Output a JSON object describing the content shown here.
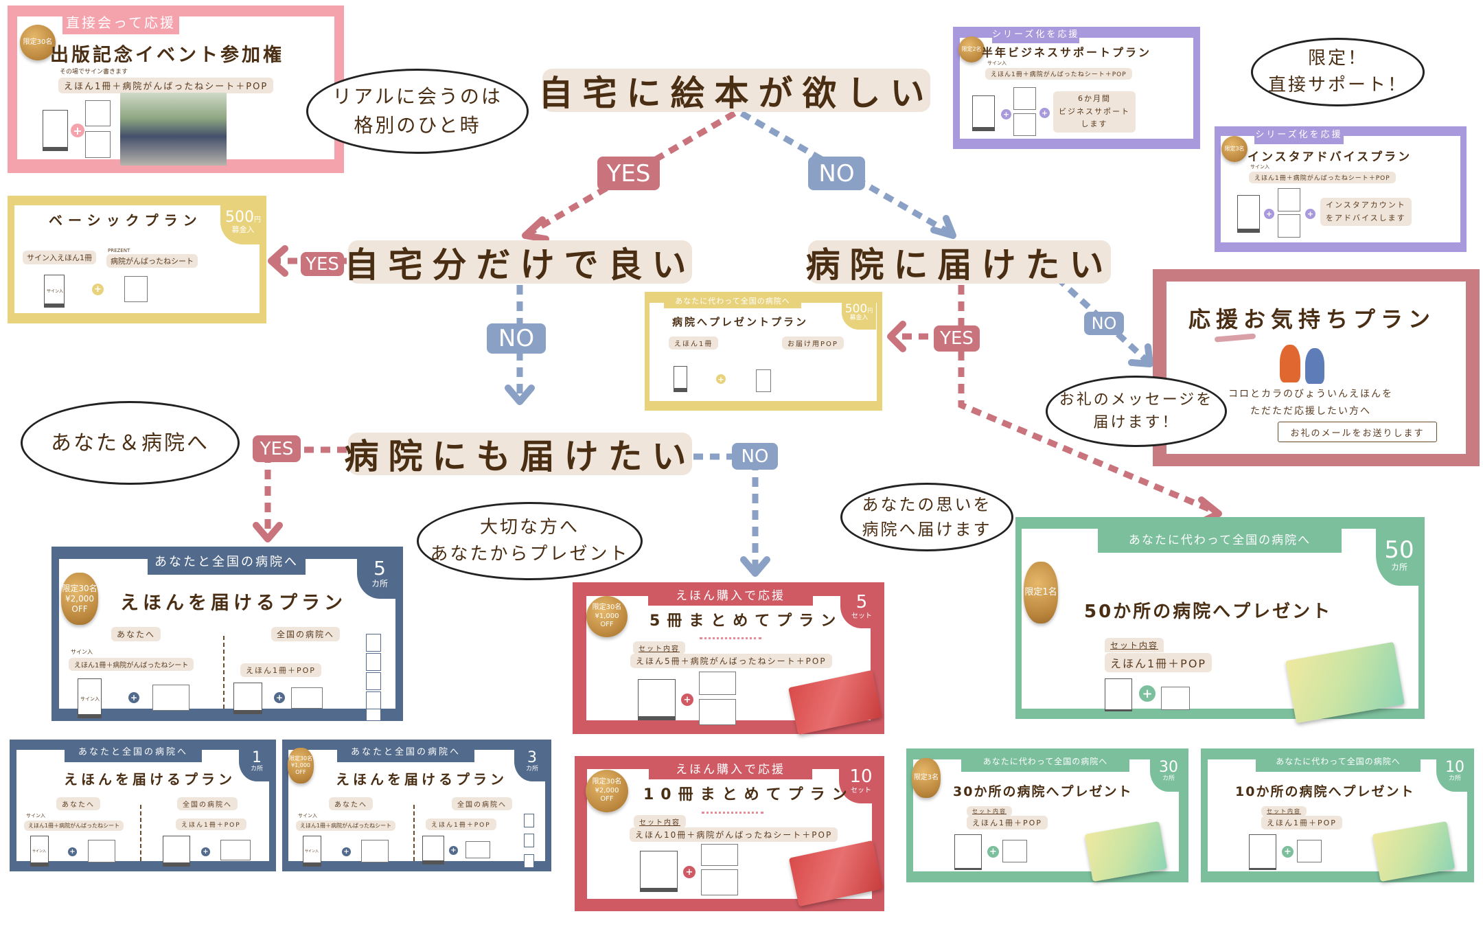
{
  "colors": {
    "pink": "#f4a3ad",
    "purple": "#a898dc",
    "yellow": "#e8d27c",
    "blue": "#526a8c",
    "red": "#d05a64",
    "green": "#7bbf9c",
    "rose": "#c97b82",
    "yes": "#c9737c",
    "no": "#8aa0c4",
    "brown": "#4a2e14"
  },
  "flow": {
    "q1": "自宅に絵本が欲しい",
    "q2": "自宅分だけで良い",
    "q3": "病院に届けたい",
    "q4": "病院にも届けたい",
    "yes": "YES",
    "no": "NO"
  },
  "bubbles": {
    "real": [
      "リアルに会うのは",
      "格別のひと時"
    ],
    "limited": [
      "限定！",
      "直接サポート！"
    ],
    "thanks": [
      "お礼のメッセージを",
      "届けます！"
    ],
    "you_hospital": "あなた＆病院へ",
    "precious": [
      "大切な方へ",
      "あなたからプレゼント"
    ],
    "feelings": [
      "あなたの思いを",
      "病院へ届けます"
    ]
  },
  "cards": {
    "event": {
      "tab": "直接会って応援",
      "badge": "限定30名",
      "title": "出版記念イベント参加権",
      "note": "その場でサイン書きます",
      "contents": "えほん1冊＋病院がんばったねシート＋POP"
    },
    "basic": {
      "title": "ベーシックプラン",
      "price": "500",
      "unit": "円",
      "sub": "募金入",
      "item1": "サイン入えほん1冊",
      "item2_note": "PREZENT",
      "item2": "病院がんばったねシート",
      "sign": "サイン入"
    },
    "hospital_present": {
      "tab": "あなたに代わって全国の病院へ",
      "title": "病院へプレゼントプラン",
      "price": "500",
      "unit": "円",
      "sub": "募金入",
      "item1": "えほん1冊",
      "item2": "お届け用POP"
    },
    "biz": {
      "tab": "シリーズ化を応援",
      "badge": "限定2名",
      "title": "半年ビジネスサポートプラン",
      "note": "サイン入",
      "contents": "えほん1冊＋病院がんばったねシート＋POP",
      "extra": [
        "6か月間",
        "ビジネスサポート",
        "します"
      ]
    },
    "insta": {
      "tab": "シリーズ化を応援",
      "badge": "限定3名",
      "title": "インスタアドバイスプラン",
      "note": "サイン入",
      "contents": "えほん1冊＋病院がんばったねシート＋POP",
      "extra": [
        "インスタアカウント",
        "をアドバイスします"
      ]
    },
    "support": {
      "title": "応援お気持ちプラン",
      "desc": [
        "コロとカラのびょういんえほんを",
        "ただただ応援したい方へ"
      ],
      "button": "お礼のメールをお送りします"
    },
    "deliver5": {
      "tab": "あなたと全国の病院へ",
      "badge": [
        "限定30名",
        "¥2,000",
        "OFF"
      ],
      "title": "えほんを届けるプラン",
      "count": "5",
      "unit": "カ所",
      "left": "あなたへ",
      "left_note": "サイン入",
      "left_contents": "えほん1冊＋病院がんばったねシート",
      "sign": "サイン入",
      "right": "全国の病院へ",
      "right_contents": "えほん1冊＋POP"
    },
    "deliver1": {
      "tab": "あなたと全国の病院へ",
      "title": "えほんを届けるプラン",
      "count": "1",
      "unit": "カ所",
      "left": "あなたへ",
      "left_note": "サイン入",
      "left_contents": "えほん1冊＋病院がんばったねシート",
      "sign": "サイン入",
      "right": "全国の病院へ",
      "right_contents": "えほん1冊＋POP"
    },
    "deliver3": {
      "tab": "あなたと全国の病院へ",
      "badge": [
        "限定30名",
        "¥1,000",
        "OFF"
      ],
      "title": "えほんを届けるプラン",
      "count": "3",
      "unit": "カ所",
      "left": "あなたへ",
      "left_note": "サイン入",
      "left_contents": "えほん1冊＋病院がんばったねシート",
      "sign": "サイン入",
      "right": "全国の病院へ",
      "right_contents": "えほん1冊＋POP"
    },
    "set5": {
      "tab": "えほん購入で応援",
      "badge": [
        "限定30名",
        "¥1,000",
        "OFF"
      ],
      "title": "5冊まとめてプラン",
      "count": "5",
      "unit": "セット",
      "label": "セット内容",
      "contents": "えほん5冊＋病院がんばったねシート＋POP"
    },
    "set10": {
      "tab": "えほん購入で応援",
      "badge": [
        "限定30名",
        "¥2,000",
        "OFF"
      ],
      "title": "10冊まとめてプラン",
      "count": "10",
      "unit": "セット",
      "label": "セット内容",
      "contents": "えほん10冊＋病院がんばったねシート＋POP"
    },
    "h50": {
      "tab": "あなたに代わって全国の病院へ",
      "badge": "限定1名",
      "title": "50か所の病院へプレゼント",
      "count": "50",
      "unit": "カ所",
      "label": "セット内容",
      "contents": "えほん1冊＋POP"
    },
    "h30": {
      "tab": "あなたに代わって全国の病院へ",
      "badge": "限定3名",
      "title": "30か所の病院へプレゼント",
      "count": "30",
      "unit": "カ所",
      "label": "セット内容",
      "contents": "えほん1冊＋POP"
    },
    "h10": {
      "tab": "あなたに代わって全国の病院へ",
      "title": "10か所の病院へプレゼント",
      "count": "10",
      "unit": "カ所",
      "label": "セット内容",
      "contents": "えほん1冊＋POP"
    }
  }
}
